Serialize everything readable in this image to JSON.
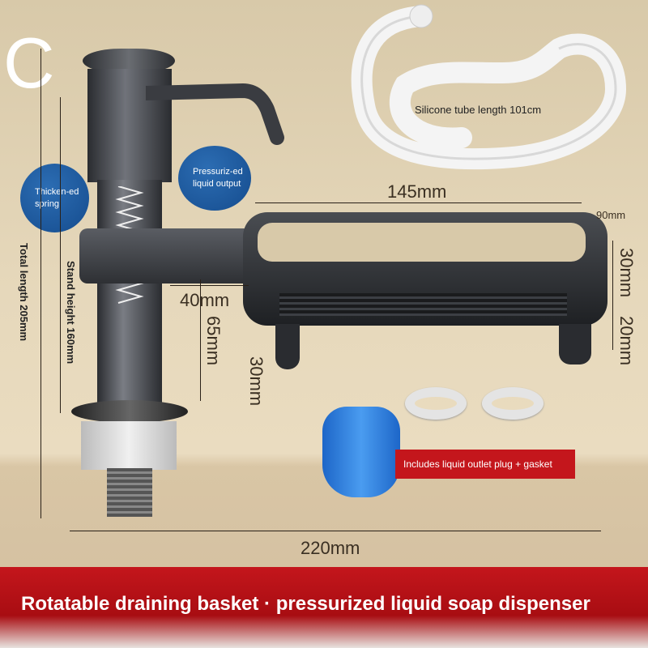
{
  "logo_letter": "C",
  "callouts": {
    "spring": "Thicken-ed spring",
    "output": "Pressuriz-ed liquid output"
  },
  "tube_label": "Silicone tube length 101cm",
  "dimensions": {
    "basket_width": "145mm",
    "basket_depth": "90mm",
    "basket_height": "30mm",
    "hook_height": "20mm",
    "arm_gap": "40mm",
    "arm_height": "65mm",
    "leg_height": "30mm",
    "total_width": "220mm",
    "total_length": "Total length 205mm",
    "stand_height": "Stand height 160mm"
  },
  "plug_label": "Includes liquid outlet plug + gasket",
  "banner_text": "Rotatable draining basket · pressurized liquid soap dispenser",
  "colors": {
    "accent_red": "#c4161c",
    "callout_blue": "#1d5aa0"
  }
}
